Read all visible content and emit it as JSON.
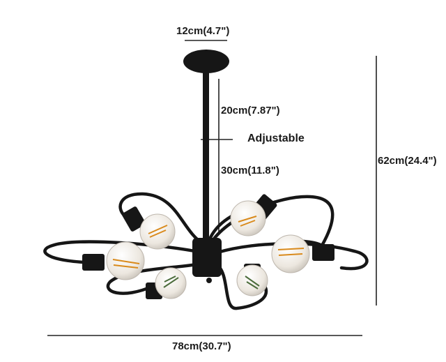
{
  "dimensions": {
    "canopy_width": "12cm(4.7\")",
    "rod_upper": "20cm(7.87\")",
    "adjustable": "Adjustable",
    "rod_lower": "30cm(11.8\")",
    "total_height": "62cm(24.4\")",
    "total_width": "78cm(30.7\")"
  },
  "colors": {
    "fixture": "#161616",
    "bulb_glass": "#e9e4dc",
    "filament": "#d98a1c",
    "dimension_line": "#222222"
  }
}
